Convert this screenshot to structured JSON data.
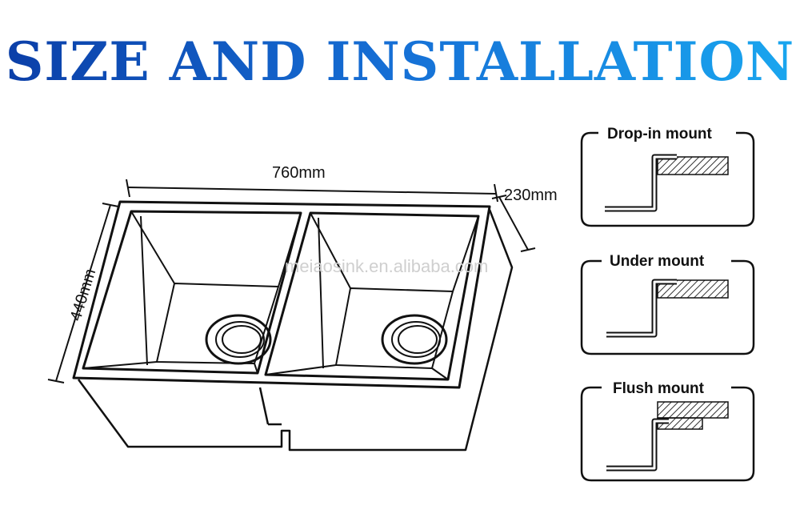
{
  "title": "SIZE AND INSTALLATION",
  "dimensions": {
    "length": "760mm",
    "width": "440mm",
    "depth": "230mm"
  },
  "watermark": "meiaosink.en.alibaba.com",
  "mounts": [
    {
      "label": "Drop-in mount"
    },
    {
      "label": "Under mount"
    },
    {
      "label": "Flush mount"
    }
  ],
  "colors": {
    "title_start": "#0b3fa8",
    "title_end": "#19a6ef",
    "line": "#111111"
  }
}
